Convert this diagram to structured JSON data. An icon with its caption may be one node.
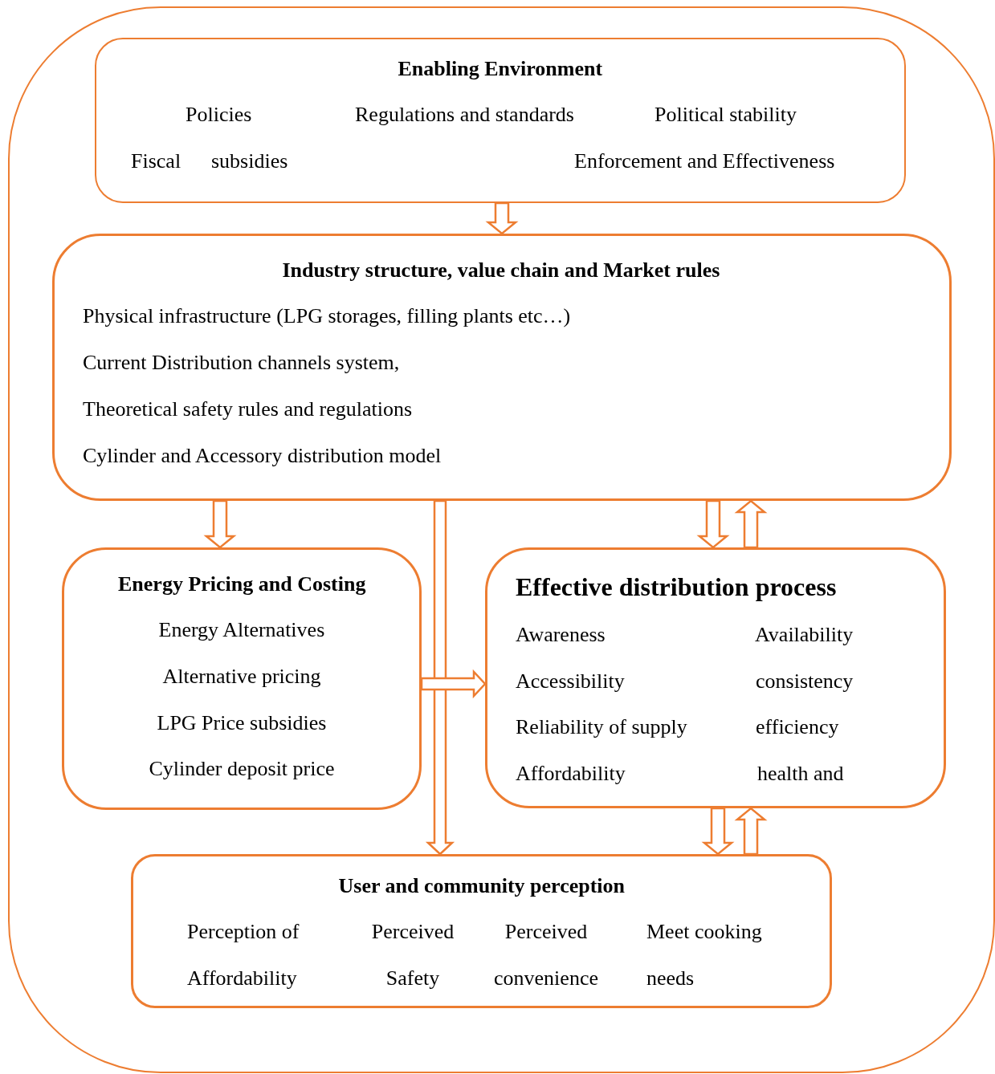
{
  "diagram": {
    "nodes": [
      {
        "text": [],
        "shape": "box"
      },
      {
        "text": [
          "Enabling Environment",
          "Policies",
          "Regulations and standards",
          "Political stability",
          "Fiscal",
          "subsidies",
          "Enforcement and Effectiveness"
        ],
        "in": 0
      },
      {
        "text": [
          "Industry structure, value chain and Market rules",
          "Physical infrastructure (LPG storages, filling plants etc…)",
          "Current Distribution channels system,",
          "Theoretical safety rules and regulations",
          "Cylinder and Accessory distribution model"
        ],
        "in": 0
      },
      {
        "text": [
          "Energy Pricing and Costing",
          "Energy Alternatives",
          "Alternative pricing",
          "LPG Price subsidies",
          "Cylinder deposit price"
        ],
        "in": 0
      },
      {
        "text": [
          "Effective distribution process",
          "Awareness",
          "Availability",
          "Accessibility",
          "consistency",
          "Reliability of supply",
          "efficiency",
          "Affordability",
          "health and"
        ],
        "in": 0
      },
      {
        "text": [
          "User and community perception",
          "Perception of Affordability",
          "Perceived Safety",
          "Perceived convenience",
          "Meet cooking needs"
        ],
        "in": 0
      }
    ],
    "edges": [
      {
        "from": 1,
        "to": 2,
        "arrow": "to"
      },
      {
        "from": 2,
        "to": 3,
        "arrow": "to"
      },
      {
        "from": 2,
        "to": 5,
        "arrow": "to"
      },
      {
        "from": 3,
        "to": 4,
        "arrow": "to"
      },
      {
        "from": 2,
        "to": 4,
        "arrow": "to"
      },
      {
        "from": 4,
        "to": 2,
        "arrow": "to"
      },
      {
        "from": 4,
        "to": 5,
        "arrow": "to"
      },
      {
        "from": 5,
        "to": 4,
        "arrow": "to"
      }
    ]
  }
}
